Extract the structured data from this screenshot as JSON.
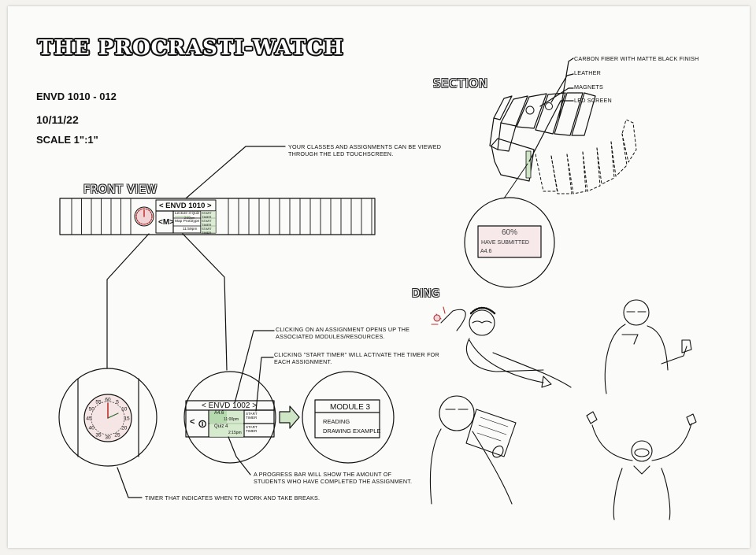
{
  "title": "THE PROCRASTI-WATCH",
  "meta": {
    "course": "ENVD 1010 - 012",
    "date": "10/11/22",
    "scale": "SCALE 1\":1\""
  },
  "views": {
    "front": "FRONT VIEW",
    "section": "SECTION"
  },
  "section_materials": [
    "CARBON FIBER WITH MATTE BLACK FINISH",
    "LEATHER",
    "MAGNETS",
    "LED SCREEN"
  ],
  "front_screen": {
    "course": "< ENVD 1010 >",
    "nav": "<M>",
    "row1": "Lecture 3 Quiz",
    "row1_due": "2:59pm",
    "row2": "Map Prototype",
    "row3": "11:59pm",
    "timer_btn": "START TIMER"
  },
  "annotations": {
    "led": "YOUR CLASSES AND ASSIGNMENTS CAN BE VIEWED\nTHROUGH THE LED TOUCHSCREEN.",
    "click_assignment": "CLICKING ON AN ASSIGNMENT OPENS UP THE\nASSOCIATED MODULES/RESOURCES.",
    "start_timer": "CLICKING \"START TIMER\" WILL ACTIVATE THE TIMER FOR\nEACH ASSIGNMENT.",
    "progress_bar": "A PROGRESS BAR WILL SHOW THE AMOUNT OF\nSTUDENTS WHO HAVE COMPLETED THE ASSIGNMENT.",
    "timer": "TIMER THAT INDICATES WHEN TO WORK AND TAKE BREAKS."
  },
  "dial_numbers": [
    "60",
    "5",
    "10",
    "15",
    "20",
    "25",
    "30",
    "35",
    "40",
    "45",
    "50",
    "55"
  ],
  "zoom_screen": {
    "course": "< ENVD 1002 >",
    "nav": "<",
    "nav_right": ">",
    "item1": "A4.6",
    "item1_time": "11:00pm",
    "item2": "Quiz 4",
    "item2_time": "2:15pm",
    "timer_btn": "START TIMER"
  },
  "module_screen": {
    "title": "MODULE 3",
    "line1": "READING",
    "line2": "DRAWING EXAMPLE"
  },
  "notification": {
    "percent": "60%",
    "label": "HAVE SUBMITTED",
    "item": "A4.6"
  },
  "ding": "DING",
  "colors": {
    "ink": "#111111",
    "paper": "#fbfbf9",
    "screen_green": "#cfe6c6",
    "screen_pink": "#f1d3d6",
    "dial_red": "#c0312b"
  }
}
